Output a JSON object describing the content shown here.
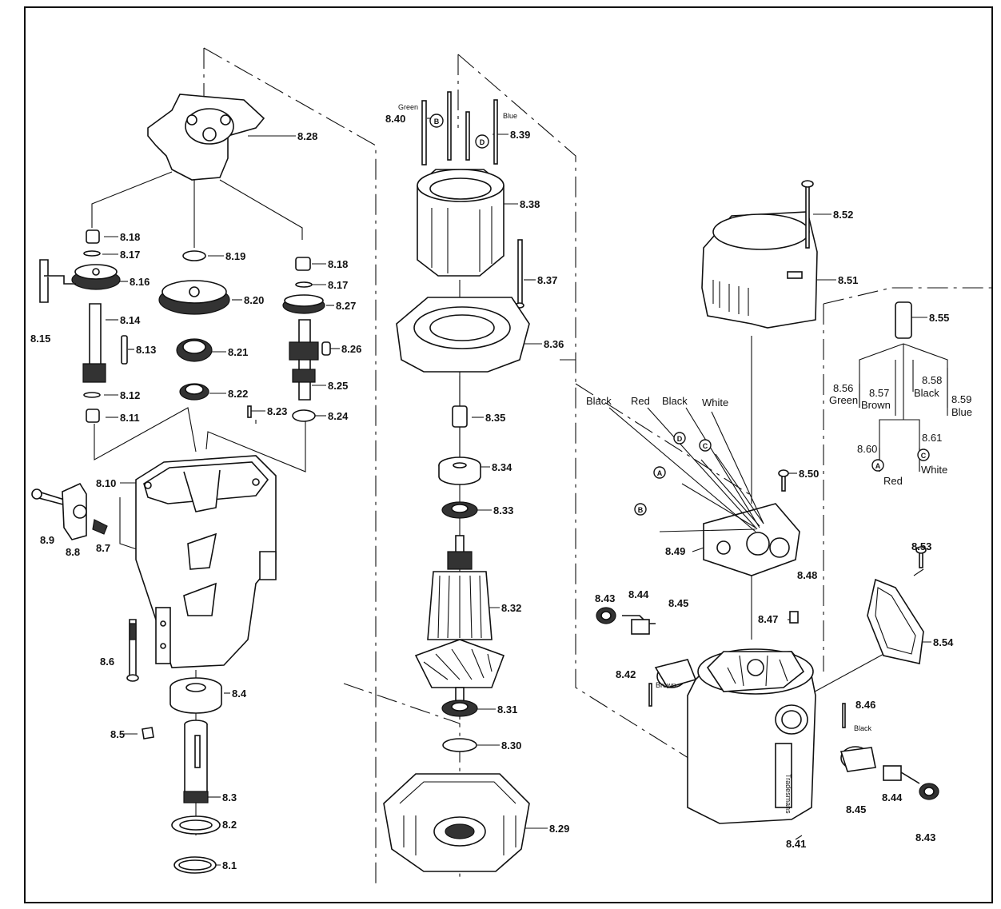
{
  "callouts": {
    "c8_1": "8.1",
    "c8_2": "8.2",
    "c8_3": "8.3",
    "c8_4": "8.4",
    "c8_5": "8.5",
    "c8_6": "8.6",
    "c8_7": "8.7",
    "c8_8": "8.8",
    "c8_9": "8.9",
    "c8_10": "8.10",
    "c8_11": "8.11",
    "c8_12": "8.12",
    "c8_13": "8.13",
    "c8_14": "8.14",
    "c8_15": "8.15",
    "c8_16": "8.16",
    "c8_17a": "8.17",
    "c8_17b": "8.17",
    "c8_18a": "8.18",
    "c8_18b": "8.18",
    "c8_19": "8.19",
    "c8_20": "8.20",
    "c8_21": "8.21",
    "c8_22": "8.22",
    "c8_23": "8.23",
    "c8_24": "8.24",
    "c8_25": "8.25",
    "c8_26": "8.26",
    "c8_27": "8.27",
    "c8_28": "8.28",
    "c8_29": "8.29",
    "c8_30": "8.30",
    "c8_31": "8.31",
    "c8_32": "8.32",
    "c8_33": "8.33",
    "c8_34": "8.34",
    "c8_35": "8.35",
    "c8_36": "8.36",
    "c8_37": "8.37",
    "c8_38": "8.38",
    "c8_39": "8.39",
    "c8_40": "8.40",
    "c8_41": "8.41",
    "c8_42": "8.42",
    "c8_43a": "8.43",
    "c8_43b": "8.43",
    "c8_44a": "8.44",
    "c8_44b": "8.44",
    "c8_45a": "8.45",
    "c8_45b": "8.45",
    "c8_46": "8.46",
    "c8_47": "8.47",
    "c8_48": "8.48",
    "c8_49": "8.49",
    "c8_50": "8.50",
    "c8_51": "8.51",
    "c8_52": "8.52",
    "c8_53": "8.53",
    "c8_54": "8.54",
    "c8_55": "8.55",
    "c8_56": "8.56",
    "c8_57": "8.57",
    "c8_58": "8.58",
    "c8_59": "8.59",
    "c8_60": "8.60",
    "c8_61": "8.61"
  },
  "wires": {
    "green_top": "Green",
    "blue_top": "Blue",
    "black1": "Black",
    "red": "Red",
    "black2": "Black",
    "white": "White",
    "brown_842": "Brown",
    "black_846": "Black",
    "green_856": "Green",
    "brown_857": "Brown",
    "black_858": "Black",
    "blue_859": "Blue",
    "red_860": "Red",
    "white_861": "White"
  },
  "markers": {
    "a": "A",
    "b": "B",
    "c": "C",
    "d": "D"
  },
  "housing_brand": "Tradesmans"
}
